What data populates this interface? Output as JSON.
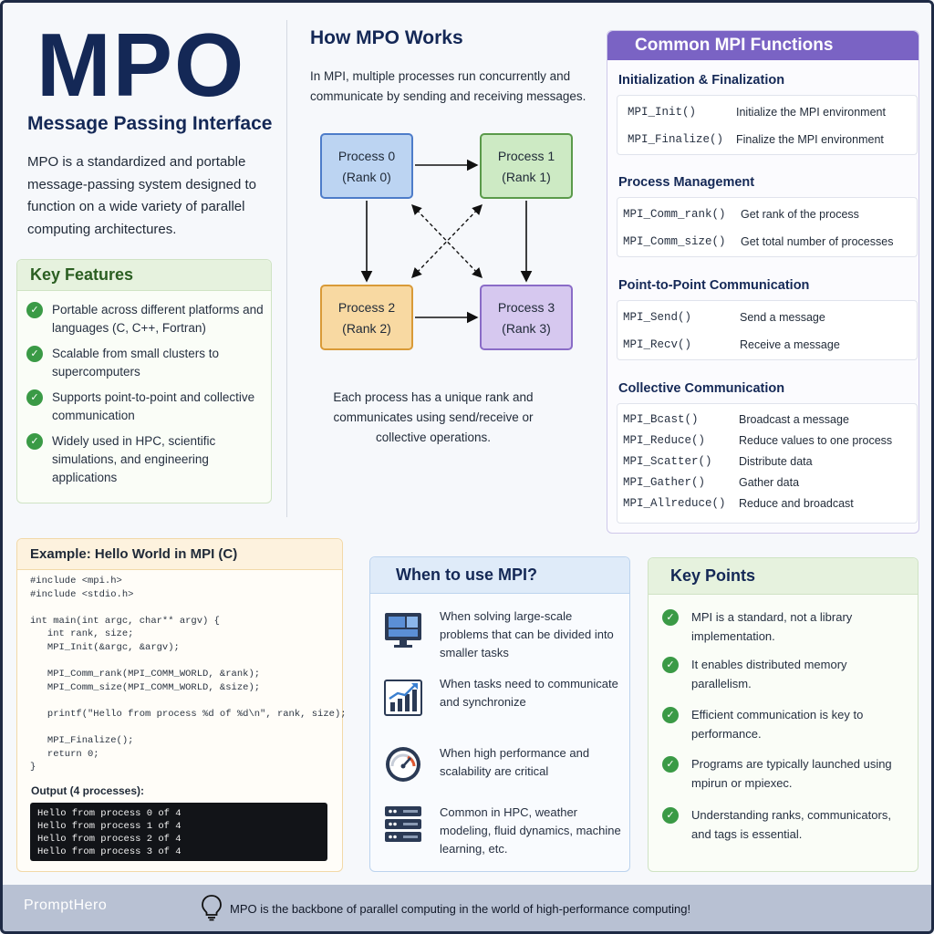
{
  "header": {
    "title": "MPO",
    "subtitle": "Message Passing Interface",
    "intro": "MPO is a standardized and portable message-passing system designed to function on a wide variety of parallel computing architectures."
  },
  "key_features": {
    "title": "Key Features",
    "items": [
      "Portable across different platforms and languages (C, C++, Fortran)",
      "Scalable from small clusters to supercomputers",
      "Supports point-to-point and collective communication",
      "Widely used in HPC, scientific simulations, and engineering applications"
    ]
  },
  "how": {
    "title": "How MPO Works",
    "description": "In MPI, multiple processes run concurrently and communicate by sending and receiving messages.",
    "processes": [
      {
        "name": "Process 0",
        "rank": "(Rank 0)"
      },
      {
        "name": "Process 1",
        "rank": "(Rank 1)"
      },
      {
        "name": "Process 2",
        "rank": "(Rank 2)"
      },
      {
        "name": "Process 3",
        "rank": "(Rank 3)"
      }
    ],
    "note": "Each process has a unique rank and communicates using send/receive or collective operations."
  },
  "functions": {
    "title": "Common MPI Functions",
    "sections": [
      {
        "title": "Initialization & Finalization",
        "rows": [
          {
            "name": "MPI_Init()",
            "desc": "Initialize the MPI environment"
          },
          {
            "name": "MPI_Finalize()",
            "desc": "Finalize the MPI environment"
          }
        ]
      },
      {
        "title": "Process Management",
        "rows": [
          {
            "name": "MPI_Comm_rank()",
            "desc": "Get rank of the process"
          },
          {
            "name": "MPI_Comm_size()",
            "desc": "Get total number of processes"
          }
        ]
      },
      {
        "title": "Point-to-Point Communication",
        "rows": [
          {
            "name": "MPI_Send()",
            "desc": "Send a message"
          },
          {
            "name": "MPI_Recv()",
            "desc": "Receive a message"
          }
        ]
      },
      {
        "title": "Collective Communication",
        "rows": [
          {
            "name": "MPI_Bcast()",
            "desc": "Broadcast a message"
          },
          {
            "name": "MPI_Reduce()",
            "desc": "Reduce values to one process"
          },
          {
            "name": "MPI_Scatter()",
            "desc": "Distribute data"
          },
          {
            "name": "MPI_Gather()",
            "desc": "Gather data"
          },
          {
            "name": "MPI_Allreduce()",
            "desc": "Reduce and broadcast"
          }
        ]
      }
    ]
  },
  "example": {
    "title": "Example:  Hello World in MPI (C)",
    "code": "#include <mpi.h>\n#include <stdio.h>\n\nint main(int argc, char** argv) {\n   int rank, size;\n   MPI_Init(&argc, &argv);\n\n   MPI_Comm_rank(MPI_COMM_WORLD, &rank);\n   MPI_Comm_size(MPI_COMM_WORLD, &size);\n\n   printf(\"Hello from process %d of %d\\n\", rank, size);\n\n   MPI_Finalize();\n   return 0;\n}",
    "output_label": "Output (4 processes):",
    "output": "Hello from process 0 of 4\nHello from process 1 of 4\nHello from process 2 of 4\nHello from process 3 of 4"
  },
  "when": {
    "title": "When to use MPI?",
    "items": [
      {
        "icon": "monitor-icon",
        "text": "When solving large-scale problems that can be divided into smaller tasks"
      },
      {
        "icon": "growth-chart-icon",
        "text": "When tasks need to communicate and synchronize"
      },
      {
        "icon": "speedometer-icon",
        "text": "When high performance and scalability are critical"
      },
      {
        "icon": "server-rack-icon",
        "text": "Common in HPC, weather modeling, fluid dynamics, machine learning, etc."
      }
    ]
  },
  "key_points": {
    "title": "Key Points",
    "items": [
      "MPI is a standard, not a library implementation.",
      "It enables distributed memory parallelism.",
      "Efficient communication is key to performance.",
      "Programs are typically launched using mpirun or mpiexec.",
      "Understanding ranks, communicators, and tags is essential."
    ]
  },
  "footer": {
    "brand": "PromptHero",
    "text": "MPO is the backbone of parallel computing in the world of high-performance computing!"
  },
  "colors": {
    "navy": "#142856",
    "purple": "#7a63c4",
    "green": "#3a9a46"
  }
}
